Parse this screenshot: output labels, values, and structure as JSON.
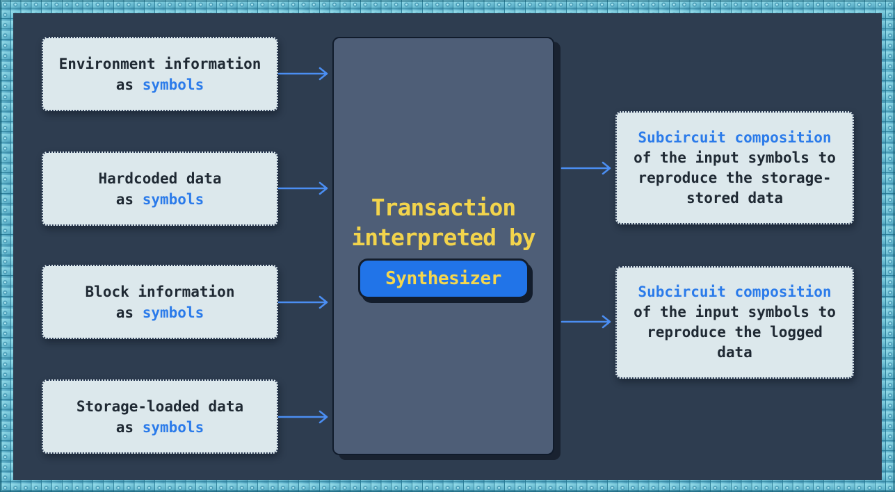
{
  "diagram": {
    "inputs": [
      {
        "title": "Environment information",
        "prefix": "as",
        "highlight": "symbols"
      },
      {
        "title": "Hardcoded data",
        "prefix": "as",
        "highlight": "symbols"
      },
      {
        "title": "Block information",
        "prefix": "as",
        "highlight": "symbols"
      },
      {
        "title": "Storage-loaded data",
        "prefix": "as",
        "highlight": "symbols"
      }
    ],
    "processor": {
      "title_line1": "Transaction",
      "title_line2": "interpreted by",
      "button_label": "Synthesizer"
    },
    "outputs": [
      {
        "highlight": "Subcircuit composition",
        "rest": "of the input symbols to reproduce the storage-stored data"
      },
      {
        "highlight": "Subcircuit composition",
        "rest": "of the input symbols to reproduce the logged data"
      }
    ],
    "colors": {
      "canvas_background": "#2e3d50",
      "tile_border": "#7ccadc",
      "note_background": "#dce8ec",
      "note_text": "#1f2933",
      "accent_blue": "#2b7bea",
      "accent_yellow": "#f2d44c",
      "button_blue": "#2174e8",
      "processor_fill": "#4e5e77",
      "arrow_blue": "#4b8ef2"
    }
  }
}
